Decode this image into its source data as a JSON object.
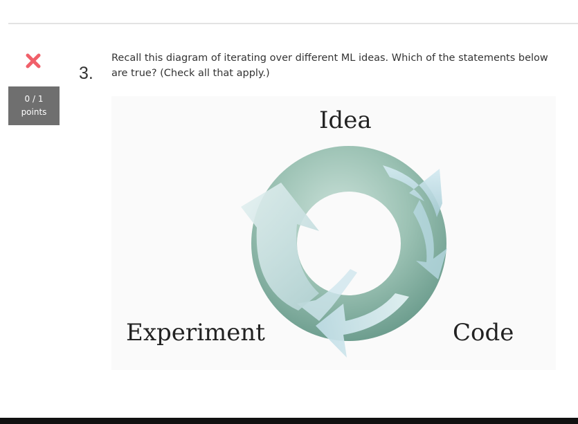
{
  "question": {
    "number": "3.",
    "text": "Recall this diagram of iterating over different ML ideas. Which of the statements below are true? (Check all that apply.)",
    "status_icon": "close-icon",
    "status_color": "#f0606a"
  },
  "score": {
    "value": "0 / 1",
    "label": "points"
  },
  "diagram": {
    "labels": {
      "idea": "Idea",
      "code": "Code",
      "experiment": "Experiment"
    }
  }
}
